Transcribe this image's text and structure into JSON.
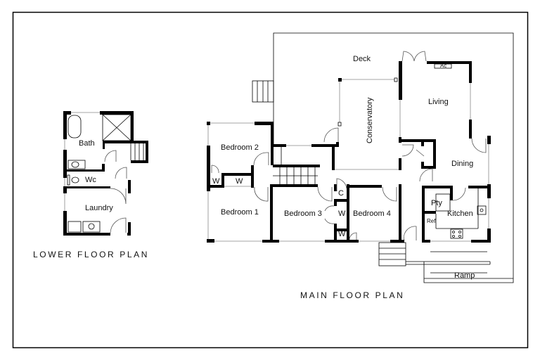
{
  "lower_floor": {
    "title": "LOWER FLOOR PLAN",
    "rooms": {
      "bath": "Bath",
      "wc": "Wc",
      "laundry": "Laundry"
    }
  },
  "main_floor": {
    "title": "MAIN FLOOR PLAN",
    "rooms": {
      "deck": "Deck",
      "conservatory": "Conservatory",
      "living": "Living",
      "dining": "Dining",
      "bedroom1": "Bedroom 1",
      "bedroom2": "Bedroom 2",
      "bedroom3": "Bedroom 3",
      "bedroom4": "Bedroom 4",
      "kitchen": "Kitchen",
      "pantry": "Pty",
      "ref": "Ref",
      "ac": "Ac",
      "closet_c": "C",
      "wardrobe": "W",
      "ramp": "Ramp"
    }
  }
}
